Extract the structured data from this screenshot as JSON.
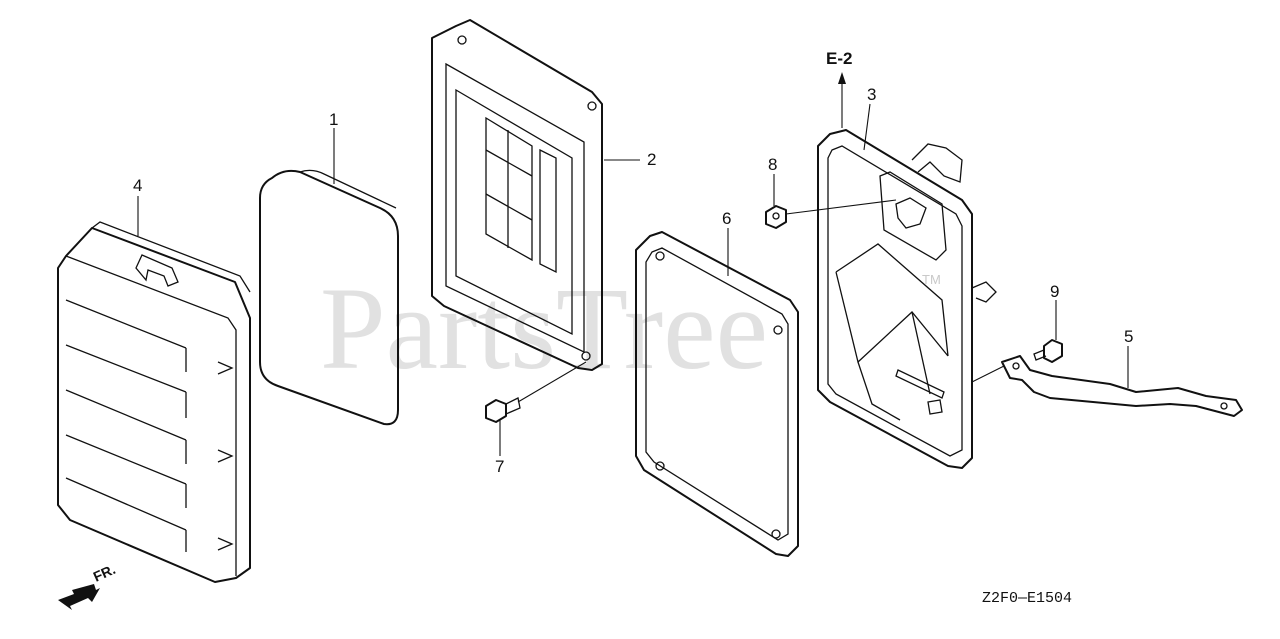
{
  "watermark": {
    "text": "PartsTree",
    "tm": "TM"
  },
  "reference_label": "E-2",
  "front_direction": "FR.",
  "diagram_code": "Z2F0—E1504",
  "callouts": {
    "p1": "1",
    "p2": "2",
    "p3": "3",
    "p4": "4",
    "p5": "5",
    "p6": "6",
    "p7": "7",
    "p8": "8",
    "p9": "9"
  }
}
